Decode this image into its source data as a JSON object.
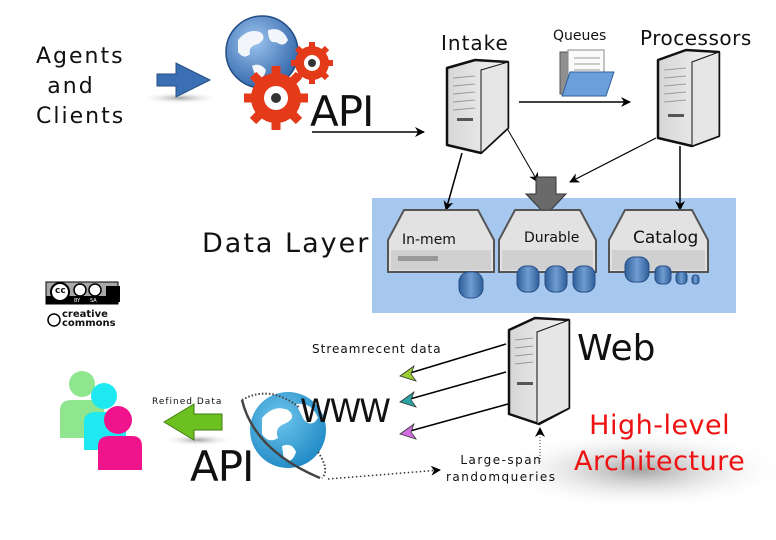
{
  "diagram": {
    "title": [
      "High-level",
      "Architecture"
    ],
    "title_color": "#ee1111",
    "panel_color": "#a7c8ee",
    "nodes": {
      "agents": {
        "label": [
          "Agents",
          "and",
          "Clients"
        ]
      },
      "api_top": {
        "label": "API",
        "icon": "globe-gears-icon"
      },
      "intake": {
        "label": "Intake",
        "icon": "server-tower-icon"
      },
      "queues": {
        "label": "Queues",
        "icon": "folder-documents-icon"
      },
      "processors": {
        "label": "Processors",
        "icon": "server-tower-icon"
      },
      "data_layer": {
        "label": "Data Layer"
      },
      "inmem": {
        "label": "In-mem",
        "icon": "rack-server-icon",
        "databases": 1
      },
      "durable": {
        "label": "Durable",
        "icon": "rack-server-icon",
        "databases": 3
      },
      "catalog": {
        "label": "Catalog",
        "icon": "rack-server-icon",
        "databases": 4
      },
      "web": {
        "label": "Web",
        "icon": "server-tower-icon"
      },
      "www": {
        "label": "WWW",
        "icon": "globe-orbit-icon"
      },
      "api_bottom": {
        "label": "API"
      },
      "users": {
        "icon": "users-group-icon",
        "colors": [
          "#8fe68f",
          "#1ee8f0",
          "#f0148c"
        ]
      }
    },
    "edges": {
      "stream": {
        "label": "Streamrecent data",
        "arrow_colors": [
          "#9acd32",
          "#2aa5a5",
          "#d070e0"
        ]
      },
      "refined": {
        "label": "Refined Data",
        "arrow_color": "#5aaa14"
      },
      "large": {
        "label": [
          "Large-span",
          "randomqueries"
        ]
      }
    },
    "license": {
      "badge": [
        "cc",
        "BY",
        "SA"
      ],
      "text": [
        "creative",
        "commons"
      ]
    }
  }
}
